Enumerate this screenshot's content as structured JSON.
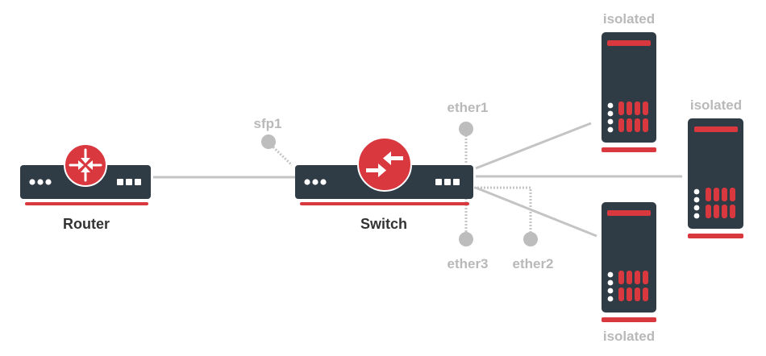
{
  "colors": {
    "device_body": "#2f3b45",
    "accent_red": "#d9383e",
    "link_gray": "#c4c4c4",
    "label_gray": "#b9b9b9",
    "label_dark": "#333333",
    "white": "#ffffff"
  },
  "devices": {
    "router": {
      "label": "Router",
      "icon": "router-arrows-icon"
    },
    "switch": {
      "label": "Switch",
      "icon": "switch-arrows-icon"
    },
    "servers": [
      {
        "label": "isolated"
      },
      {
        "label": "isolated"
      },
      {
        "label": "isolated"
      }
    ]
  },
  "ports": {
    "sfp1": "sfp1",
    "ether1": "ether1",
    "ether2": "ether2",
    "ether3": "ether3"
  }
}
